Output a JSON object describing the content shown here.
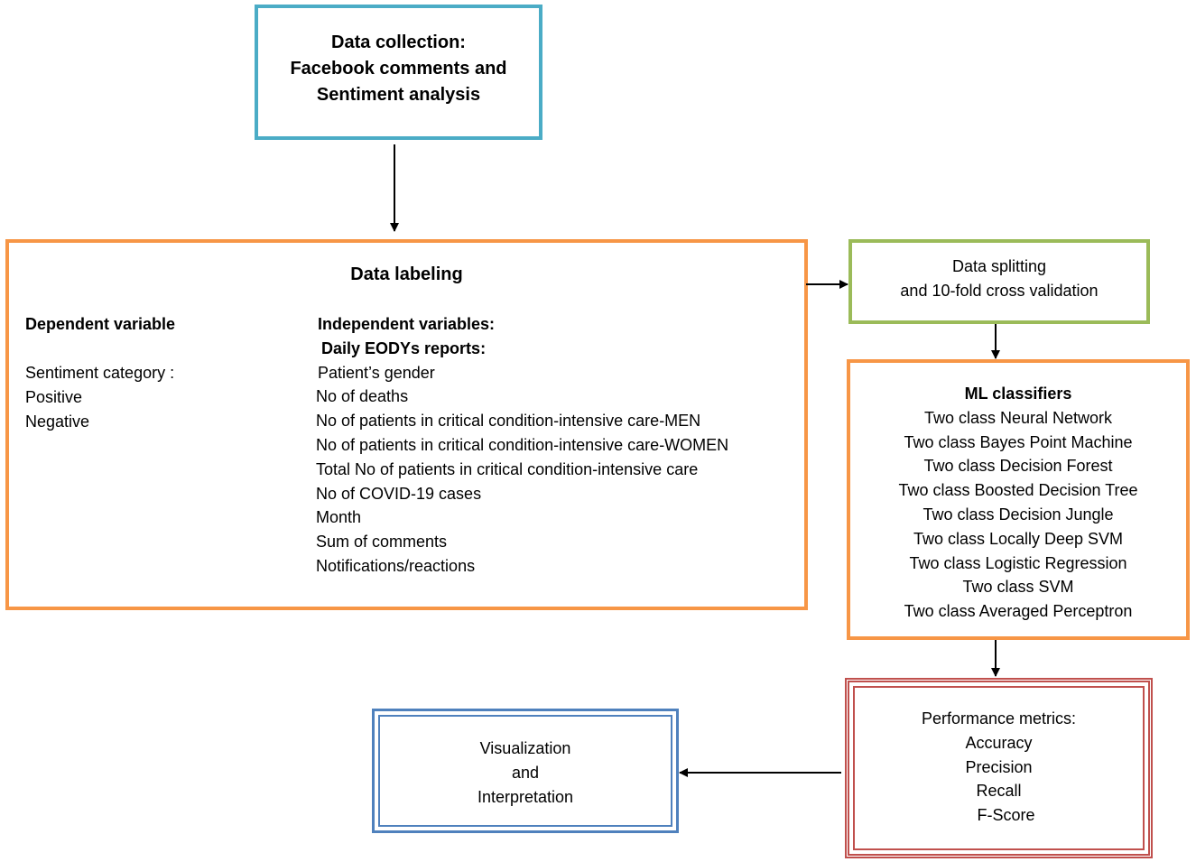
{
  "collection": {
    "lines": [
      "Data collection:",
      "Facebook comments and",
      "Sentiment analysis"
    ]
  },
  "labeling": {
    "title": "Data labeling",
    "dependent": {
      "header": "Dependent variable",
      "category_label": "Sentiment  category :",
      "values": [
        "Positive",
        "Negative"
      ]
    },
    "independent": {
      "header": "Independent variables:",
      "subheader": "Daily EODYs reports:",
      "items": [
        "Patient’s gender",
        "No of deaths",
        "No of patients in critical condition-intensive care-MEN",
        "No of patients in critical condition-intensive care-WOMEN",
        "Total No of patients in critical condition-intensive care",
        "No of COVID-19 cases",
        "Month",
        "Sum of comments",
        "Notifications/reactions"
      ]
    }
  },
  "splitting": {
    "lines": [
      "Data splitting",
      "and 10-fold cross validation"
    ]
  },
  "classifiers": {
    "title": "ML classifiers",
    "items": [
      "Two class Neural Network",
      "Two class Bayes Point Machine",
      "Two class Decision Forest",
      "Two class Boosted Decision Tree",
      "Two class Decision Jungle",
      "Two class Locally Deep SVM",
      "Two class Logistic Regression",
      "Two class SVM",
      "Two class Averaged Perceptron"
    ]
  },
  "metrics": {
    "title": "Performance metrics:",
    "items": [
      "Accuracy",
      "Precision",
      "Recall",
      "F-Score"
    ]
  },
  "visualization": {
    "lines": [
      "Visualization",
      "and",
      "Interpretation"
    ]
  },
  "colors": {
    "collection_border": "#4bacc6",
    "labeling_border": "#f79646",
    "splitting_border": "#9bbb59",
    "classifiers_border": "#f79646",
    "metrics_border": "#c0504d",
    "visualization_border": "#4f81bd",
    "arrow": "#000000"
  }
}
